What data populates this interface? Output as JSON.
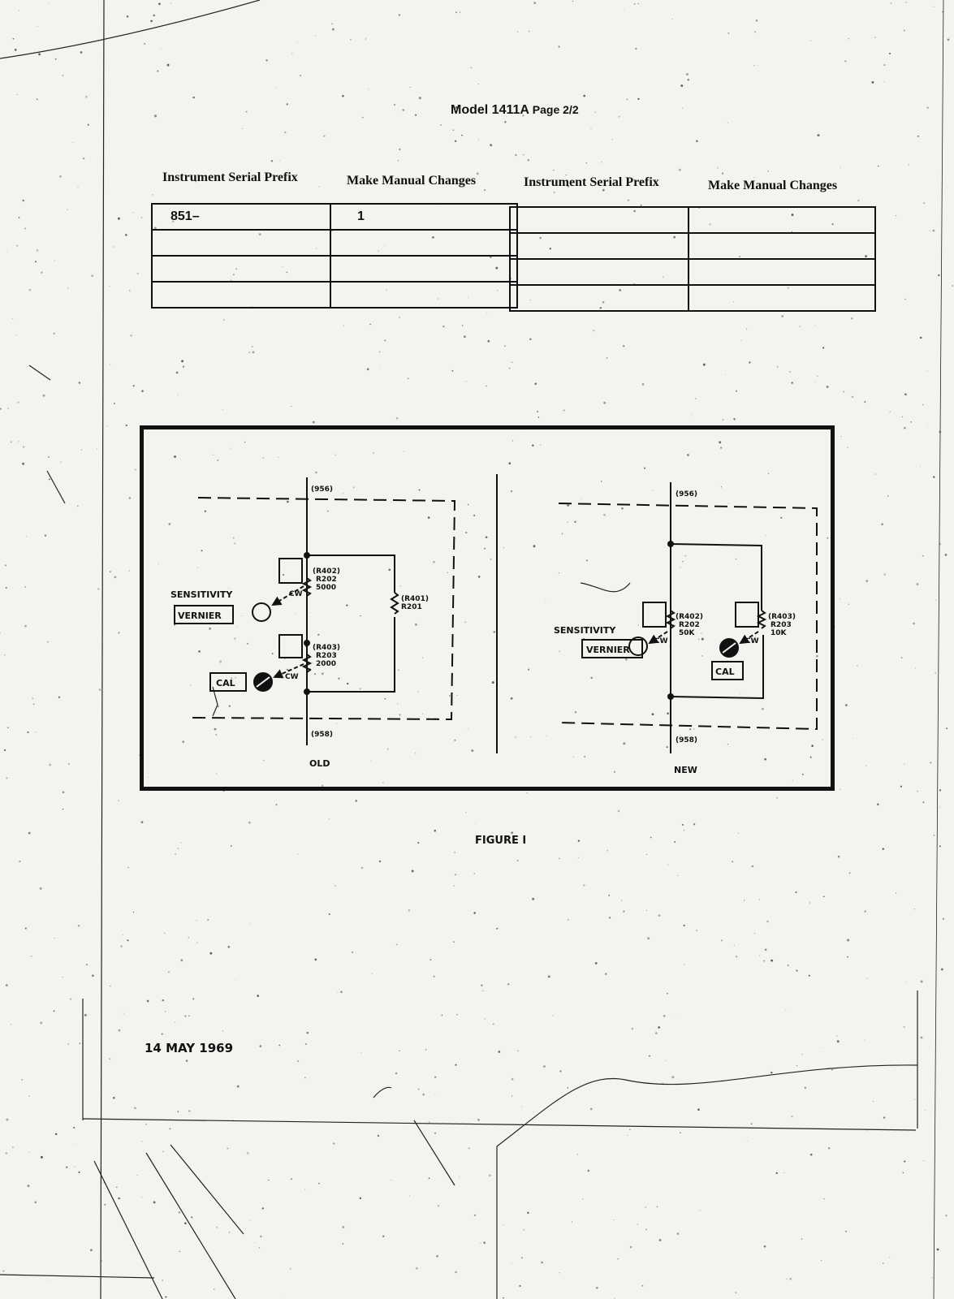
{
  "header": {
    "model": "Model 1411A",
    "page": "Page 2/2"
  },
  "tables": {
    "left": {
      "col1": "Instrument Serial Prefix",
      "col2": "Make Manual Changes",
      "rows": [
        [
          "851–",
          "1"
        ],
        [
          "",
          ""
        ],
        [
          "",
          ""
        ],
        [
          "",
          ""
        ]
      ]
    },
    "right": {
      "col1": "Instrument Serial Prefix",
      "col2": "Make Manual Changes",
      "rows": [
        [
          "",
          ""
        ],
        [
          "",
          ""
        ],
        [
          "",
          ""
        ],
        [
          "",
          ""
        ]
      ]
    }
  },
  "figure": {
    "old": {
      "top_node": "(956)",
      "bottom_node": "(958)",
      "r1_ref": "(R402)",
      "r1_name": "R202",
      "r1_value": "5000",
      "r2_ref": "(R403)",
      "r2_name": "R203",
      "r2_value": "2000",
      "r3_ref": "(R401)",
      "r3_name": "R201",
      "cw": "CW",
      "sensitivity": "SENSITIVITY",
      "vernier": "VERNIER",
      "cal": "CAL",
      "label": "OLD"
    },
    "new": {
      "top_node": "(956)",
      "bottom_node": "(958)",
      "r1_ref": "(R402)",
      "r1_name": "R202",
      "r1_value": "50K",
      "r2_ref": "(R403)",
      "r2_name": "R203",
      "r2_value": "10K",
      "cw": "CW",
      "sensitivity": "SENSITIVITY",
      "vernier": "VERNIER",
      "cal": "CAL",
      "label": "NEW"
    },
    "caption": "FIGURE I"
  },
  "date": "14 MAY 1969"
}
